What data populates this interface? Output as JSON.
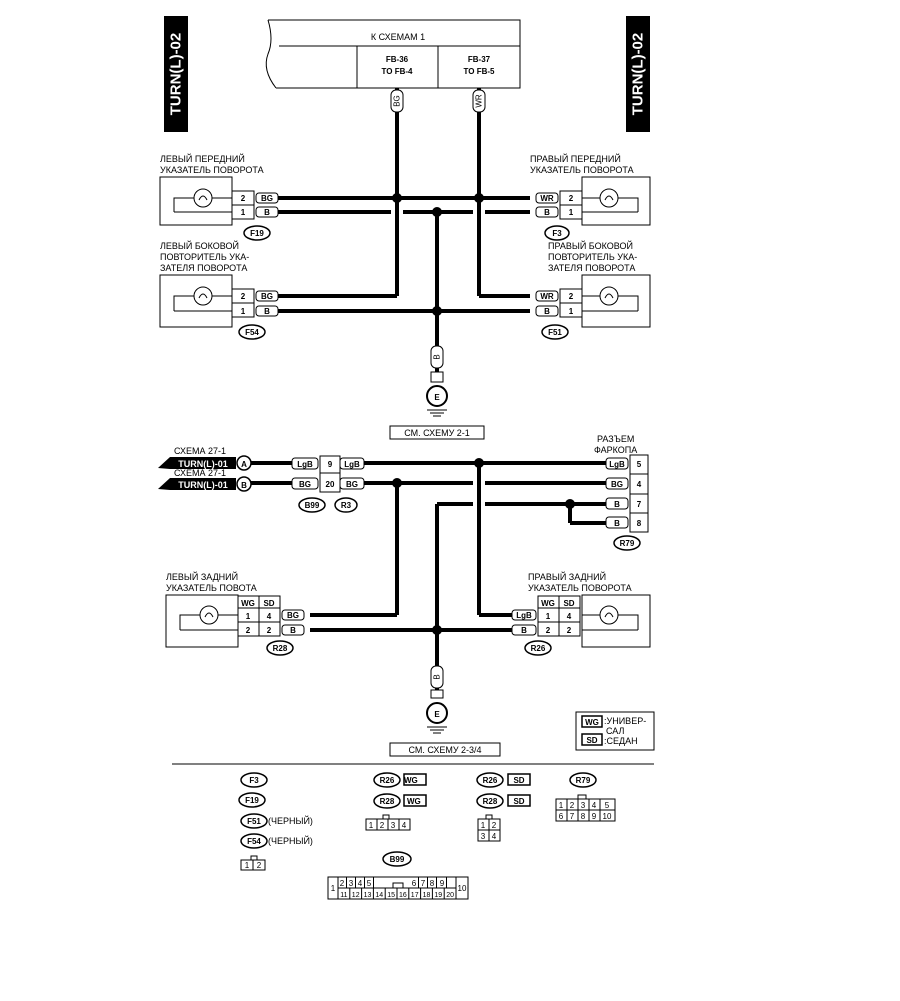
{
  "side_label": "TURN(L)-02",
  "header": {
    "title": "К СХЕМАМ 1",
    "fb36_line1": "FB-36",
    "fb36_line2": "TO FB-4",
    "fb37_line1": "FB-37",
    "fb37_line2": "TO FB-5"
  },
  "wire_codes": {
    "bg": "BG",
    "wr": "WR",
    "b": "B",
    "lgb": "LgB"
  },
  "front": {
    "left_front_l1": "ЛЕВЫЙ ПЕРЕДНИЙ",
    "left_front_l2": "УКАЗАТЕЛЬ ПОВОРОТА",
    "left_side_l1": "ЛЕВЫЙ БОКОВОЙ",
    "left_side_l2": "ПОВТОРИТЕЛЬ УКА-",
    "left_side_l3": "ЗАТЕЛЯ ПОВОРОТА",
    "right_front_l1": "ПРАВЫЙ ПЕРЕДНИЙ",
    "right_front_l2": "УКАЗАТЕЛЬ ПОВОРОТА",
    "right_side_l1": "ПРАВЫЙ БОКОВОЙ",
    "right_side_l2": "ПОВТОРИТЕЛЬ УКА-",
    "right_side_l3": "ЗАТЕЛЯ ПОВОРОТА",
    "f19": "F19",
    "f54": "F54",
    "f3": "F3",
    "f51": "F51",
    "ground": "E",
    "see_ref": "СМ. СХЕМУ 2-1"
  },
  "pins": {
    "p1": "1",
    "p2": "2",
    "p3": "3",
    "p4": "4",
    "p5": "5",
    "p6": "6",
    "p7": "7",
    "p8": "8",
    "p9": "9",
    "p10": "10",
    "p20": "20"
  },
  "rear": {
    "scheme_a": "СХЕМА 27-1",
    "scheme_b": "СХЕМА 27-1",
    "turn_a": "TURN(L)-01",
    "turn_b": "TURN(L)-01",
    "letter_a": "A",
    "letter_b": "B",
    "b99": "B99",
    "r3": "R3",
    "trailer_l1": "РАЗЪЕМ",
    "trailer_l2": "ФАРКОПА",
    "r79": "R79",
    "left_rear_l1": "ЛЕВЫЙ ЗАДНИЙ",
    "left_rear_l2": "УКАЗАТЕЛЬ ПОВОТА",
    "right_rear_l1": "ПРАВЫЙ ЗАДНИЙ",
    "right_rear_l2": "УКАЗАТЕЛЬ ПОВОРОТА",
    "wg": "WG",
    "sd": "SD",
    "r28": "R28",
    "r26": "R26",
    "ground": "E",
    "see_ref": "СМ. СХЕМУ 2-3/4"
  },
  "legend": {
    "wg": "WG",
    "wg_text_l1": ":УНИВЕР-",
    "wg_text_l2": "САЛ",
    "sd": "SD",
    "sd_text": ":СЕДАН"
  },
  "connector_views": {
    "f3": "F3",
    "f19": "F19",
    "f51": "F51",
    "f51_note": "(ЧЕРНЫЙ)",
    "f54": "F54",
    "f54_note": "(ЧЕРНЫЙ)",
    "r26": "R26",
    "r28": "R28",
    "wg": "WG",
    "sd": "SD",
    "r79": "R79",
    "b99": "B99"
  },
  "pin_labels": {
    "n1": "1",
    "n2": "2",
    "n3": "3",
    "n4": "4",
    "n5": "5",
    "n6": "6",
    "n7": "7",
    "n8": "8",
    "n9": "9",
    "n10": "10",
    "n11": "11",
    "n12": "12",
    "n13": "13",
    "n14": "14",
    "n15": "15",
    "n16": "16",
    "n17": "17",
    "n18": "18",
    "n19": "19",
    "n20": "20"
  }
}
